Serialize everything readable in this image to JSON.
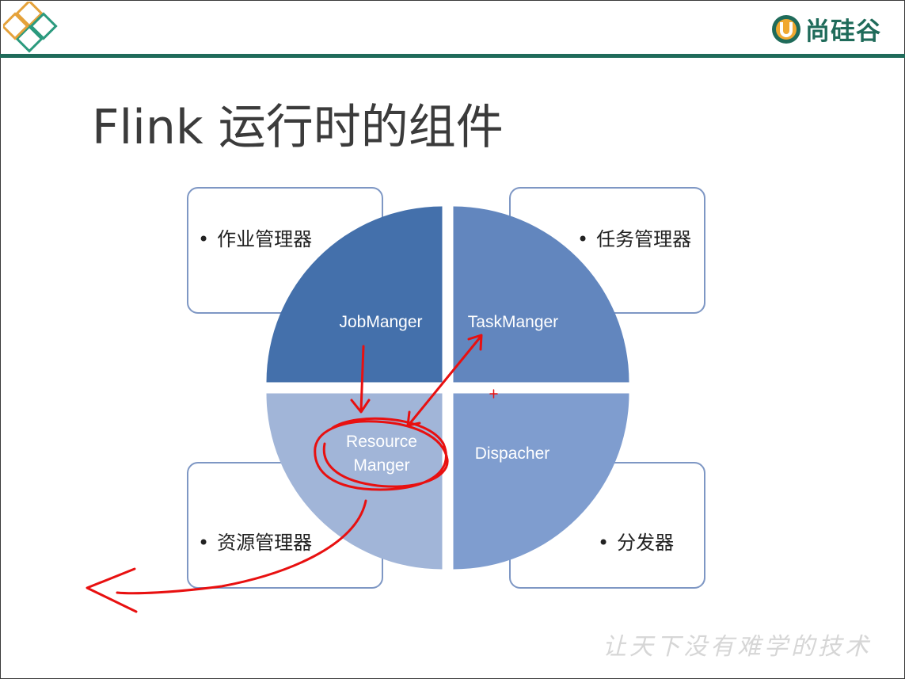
{
  "slide": {
    "title": "Flink 运行时的组件",
    "brand": {
      "name": "尚硅谷",
      "color": "#1f6b5a"
    },
    "watermark": "让天下没有难学的技术"
  },
  "components": [
    {
      "id": "job",
      "quadrant": "top-left",
      "name": "JobManger",
      "description": "作业管理器",
      "color": "#4470ab"
    },
    {
      "id": "task",
      "quadrant": "top-right",
      "name": "TaskManger",
      "description": "任务管理器",
      "color": "#6286be"
    },
    {
      "id": "resource",
      "quadrant": "bottom-left",
      "name_lines": [
        "Resource",
        "Manger"
      ],
      "description": "资源管理器",
      "color": "#a1b5d8"
    },
    {
      "id": "dispatcher",
      "quadrant": "bottom-right",
      "name": "Dispacher",
      "description": "分发器",
      "color": "#7f9dcf"
    }
  ],
  "card_bullet": "•",
  "annotation_color": "#e81010"
}
